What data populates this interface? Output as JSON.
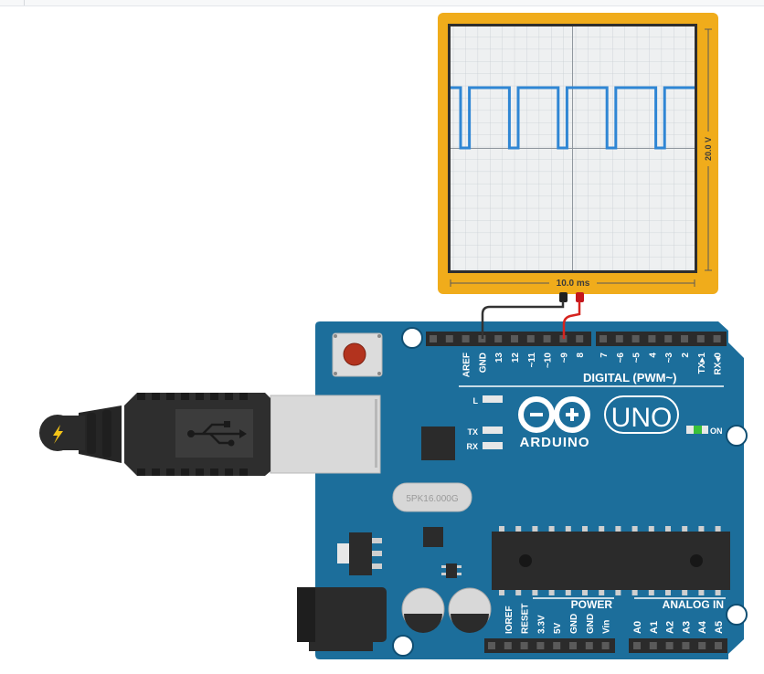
{
  "oscilloscope": {
    "time_per_div_label": "10.0 ms",
    "volts_per_div_label": "20.0 V",
    "trace_color": "#2f86d4",
    "frame_color": "#f0ac1b",
    "waveform": {
      "type": "square",
      "periods_visible": 5,
      "duty_cycle": 0.82
    }
  },
  "board": {
    "logo_text": "ARDUINO",
    "model_text": "UNO",
    "on_label": "ON",
    "led_l": "L",
    "led_tx": "TX",
    "led_rx": "RX",
    "crystal_text": "5PK16.000G",
    "digital_header_label": "DIGITAL (PWM~)",
    "power_header_label": "POWER",
    "analog_header_label": "ANALOG IN",
    "digital_pins": [
      "AREF",
      "GND",
      "13",
      "12",
      "~11",
      "~10",
      "~9",
      "8",
      "7",
      "~6",
      "~5",
      "4",
      "~3",
      "2",
      "TX▸1",
      "RX◂0"
    ],
    "power_pins": [
      "IOREF",
      "RESET",
      "3.3V",
      "5V",
      "GND",
      "GND",
      "Vin"
    ],
    "analog_pins": [
      "A0",
      "A1",
      "A2",
      "A3",
      "A4",
      "A5"
    ],
    "board_color": "#1c6e9b"
  },
  "wires": {
    "ground_color": "#333333",
    "signal_color": "#d6241f"
  }
}
